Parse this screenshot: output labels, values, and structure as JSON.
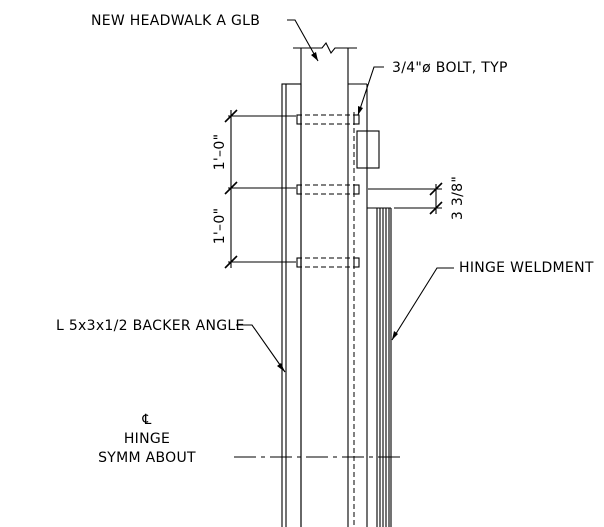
{
  "drawing": {
    "labels": {
      "headwalk": "NEW HEADWALK A GLB",
      "bolt": "3/4\"ø BOLT, TYP",
      "dim_upper": "1'–0\"",
      "dim_lower": "1'–0\"",
      "dim_right": "3 3/8\"",
      "hinge_weldment": "HINGE WELDMENT",
      "backer_angle": "L 5x3x1/2 BACKER ANGLE",
      "centerline_symbol": "℄",
      "hinge": "HINGE",
      "symm": "SYMM ABOUT"
    }
  }
}
